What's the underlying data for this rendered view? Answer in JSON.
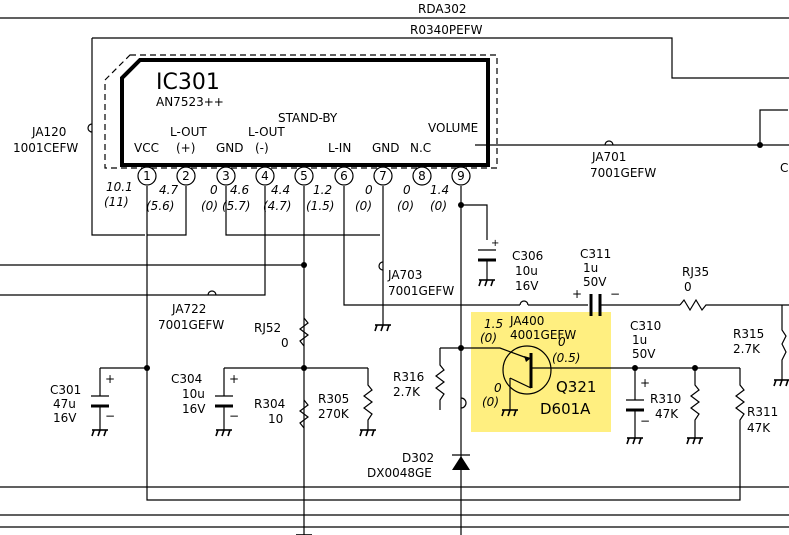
{
  "colors": {
    "ink": "#000000",
    "highlight": "#ffef80",
    "paper": "#ffffff"
  },
  "top": {
    "line1": "RDA302",
    "line2": "R0340PEFW"
  },
  "ic": {
    "ref": "IC301",
    "part": "AN7523++",
    "standby": "STAND-BY",
    "volume": "VOLUME",
    "pin_labels": [
      "VCC",
      "L-OUT",
      "(+)",
      "GND",
      "L-OUT",
      "(-)",
      "L-IN",
      "GND",
      "N.C"
    ],
    "pins": [
      "1",
      "2",
      "3",
      "4",
      "5",
      "6",
      "7",
      "8",
      "9"
    ],
    "voltages_top": [
      "10.1",
      "4.7",
      "0",
      "4.6",
      "4.4",
      "1.2",
      "0",
      "0",
      "1.4"
    ],
    "voltages_bot": [
      "(11)",
      "(5.6)",
      "(0)",
      "(5.7)",
      "(4.7)",
      "(1.5)",
      "(0)",
      "(0)",
      "(0)"
    ]
  },
  "jumpers": {
    "ja120": [
      "JA120",
      "1001CEFW"
    ],
    "ja701": [
      "JA701",
      "7001GEFW"
    ],
    "ja703": [
      "JA703",
      "7001GEFW"
    ],
    "ja722": [
      "JA722",
      "7001GEFW"
    ],
    "ja400": [
      "JA400",
      "4001GEFW"
    ]
  },
  "parts": {
    "c306": [
      "C306",
      "10u",
      "16V"
    ],
    "c311": [
      "C311",
      "1u",
      "50V"
    ],
    "rj35": [
      "RJ35",
      "0"
    ],
    "r315": [
      "R315",
      "2.7K"
    ],
    "c310": [
      "C310",
      "1u",
      "50V"
    ],
    "rj52": [
      "RJ52",
      "0"
    ],
    "c304": [
      "C304",
      "10u",
      "16V"
    ],
    "r304": [
      "R304",
      "10"
    ],
    "r305": [
      "R305",
      "270K"
    ],
    "c301": [
      "C301",
      "47u",
      "16V"
    ],
    "r316": [
      "R316",
      "2.7K"
    ],
    "r310": [
      "R310",
      "47K"
    ],
    "r311": [
      "R311",
      "47K"
    ],
    "d302": [
      "D302",
      "DX0048GE"
    ],
    "q321": [
      "Q321",
      "D601A"
    ]
  },
  "q_voltages": {
    "base": [
      "1.5",
      "(0)"
    ],
    "collector": [
      "0",
      "(0.5)"
    ],
    "emitter": [
      "0",
      "(0)"
    ]
  },
  "right_cut": "C"
}
